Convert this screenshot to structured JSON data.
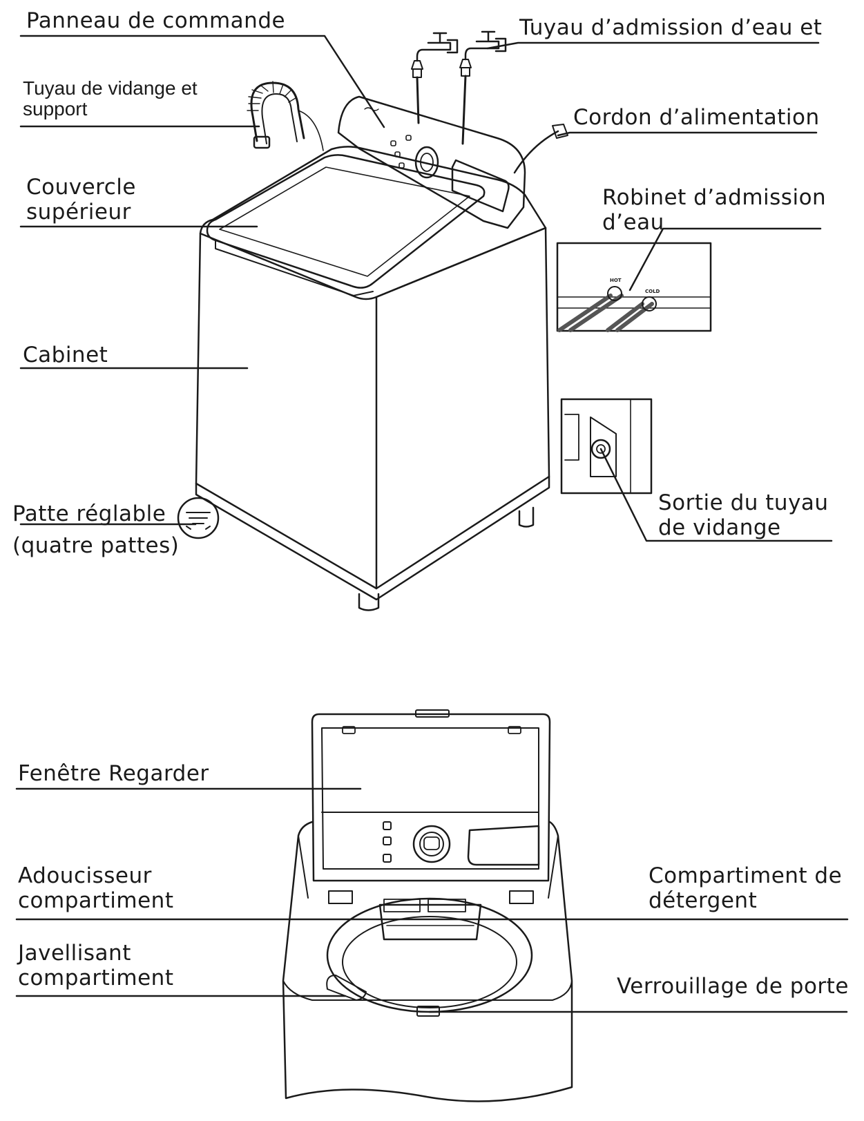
{
  "labels": {
    "control_panel": "Panneau de commande",
    "drain_hose_1": "Tuyau de vidange et",
    "drain_hose_2": "support",
    "water_inlet_hose": "Tuyau d’admission d’eau et",
    "power_cord": "Cordon d’alimentation",
    "top_cover_1": "Couvercle",
    "top_cover_2": "supérieur",
    "inlet_valve_1": "Robinet d’admission",
    "inlet_valve_2": "d’eau",
    "cabinet": "Cabinet",
    "leg_1": "Patte réglable",
    "leg_2": "(quatre pattes)",
    "drain_outlet_1": "Sortie du tuyau",
    "drain_outlet_2": "de vidange",
    "window": "Fenêtre Regarder",
    "softener_1": "Adoucisseur",
    "softener_2": "compartiment",
    "detergent_1": "Compartiment de",
    "detergent_2": "détergent",
    "bleach_1": "Javellisant",
    "bleach_2": "compartiment",
    "door_lock": "Verrouillage de porte"
  },
  "inset_marks": {
    "hot": "HOT",
    "cold": "COLD"
  },
  "colors": {
    "line": "#111111",
    "background": "#ffffff"
  }
}
